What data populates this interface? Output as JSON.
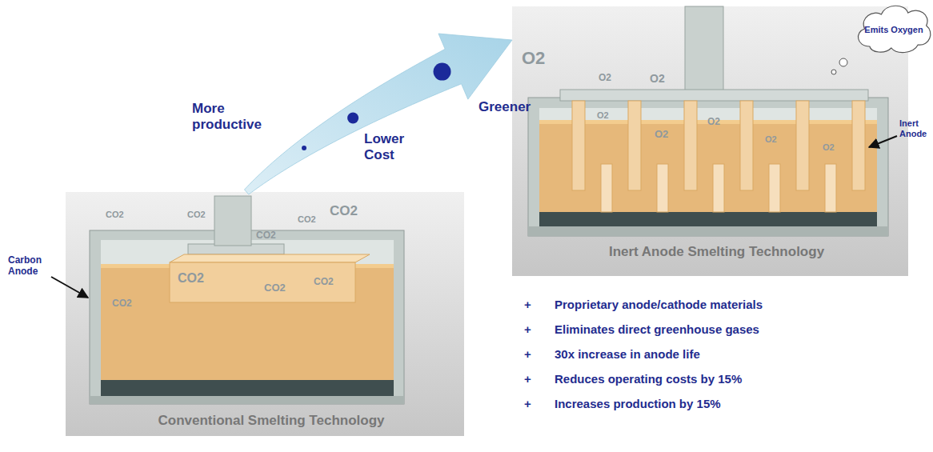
{
  "diagram": {
    "nodes": [
      {
        "text": [
          "Conventional Smelting Technology"
        ]
      },
      {
        "text": [
          "Inert Anode Smelting Technology"
        ]
      },
      {
        "text": [
          "Emits Oxygen"
        ]
      }
    ],
    "edges": [
      {
        "from": 0,
        "to": 1,
        "arrow": "to"
      }
    ],
    "labels": [
      "Carbon Anode",
      "Inert Anode",
      "More productive",
      "Lower Cost",
      "Greener",
      "CO2",
      "CO2",
      "CO2",
      "CO2",
      "CO2",
      "CO2",
      "CO2",
      "CO2",
      "CO2",
      "O2",
      "O2",
      "O2",
      "O2",
      "O2",
      "O2",
      "O2",
      "O2",
      "+",
      "Proprietary anode/cathode materials",
      "+",
      "Eliminates direct greenhouse gases",
      "+",
      "30x increase in anode life",
      "+",
      "Reduces operating costs by 15%",
      "+",
      "Increases production by 15%"
    ]
  }
}
